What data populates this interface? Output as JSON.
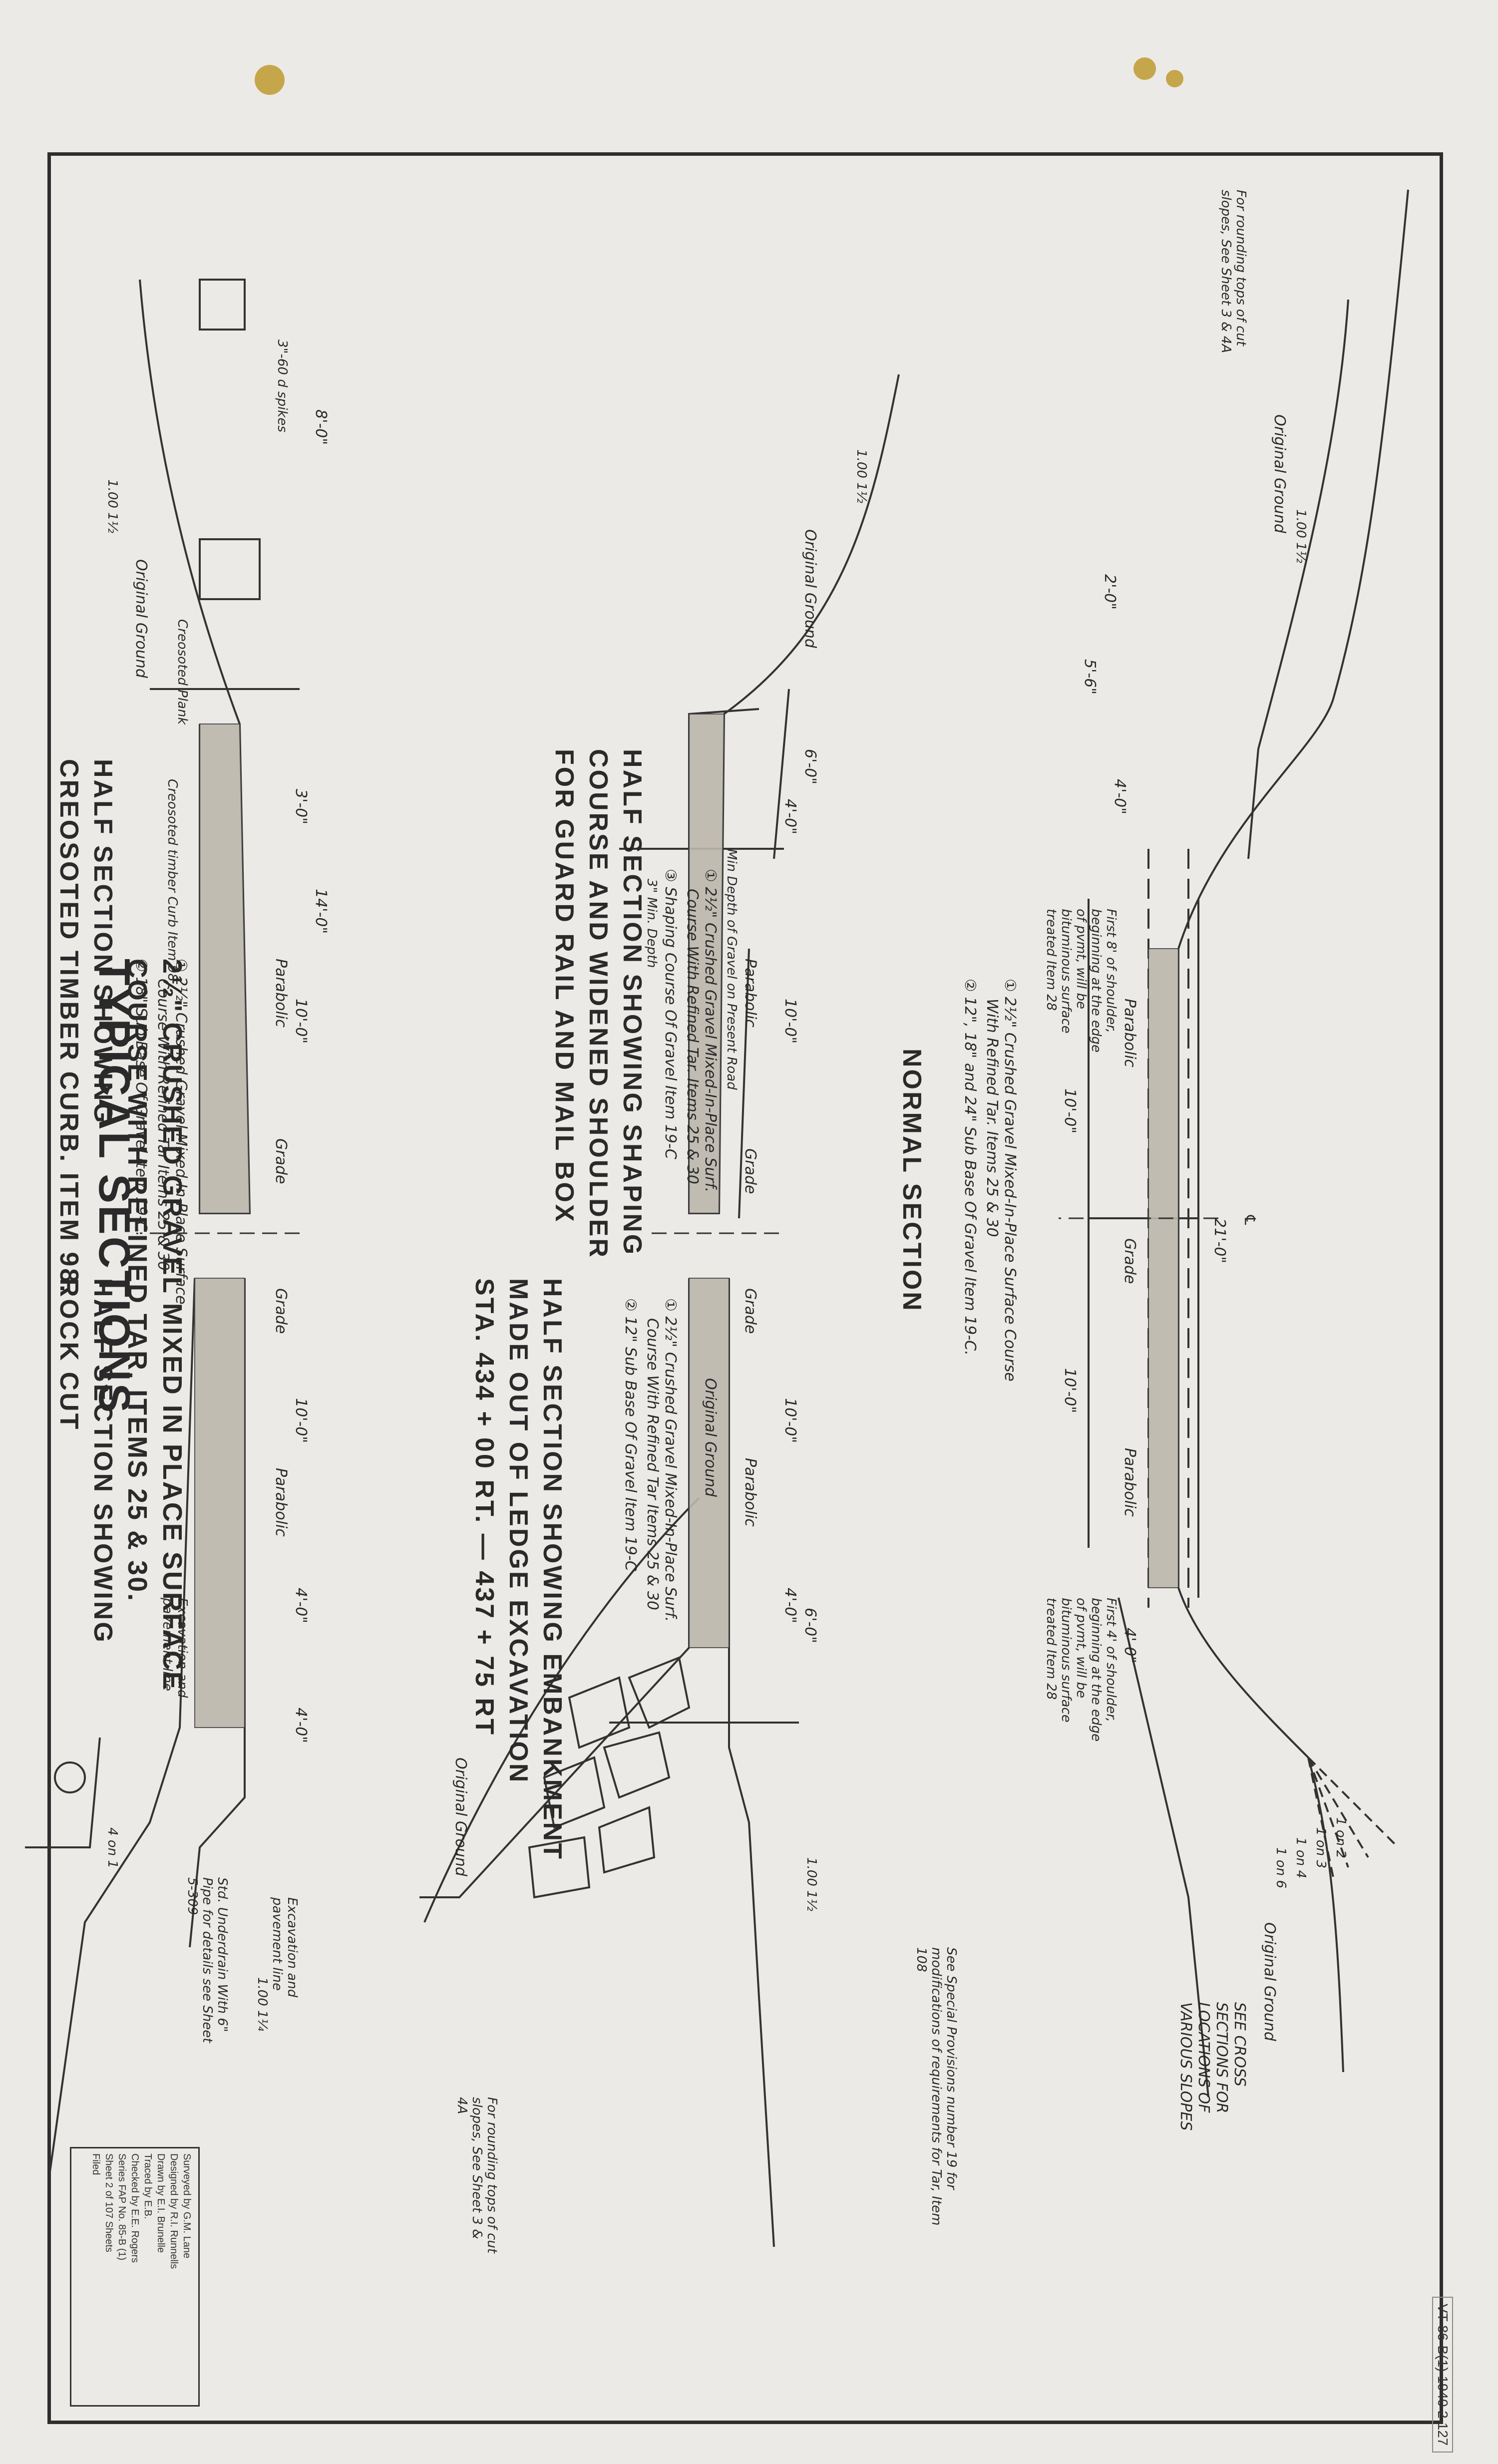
{
  "title": "TYPICAL SECTIONS",
  "subtitle": {
    "line1": "2½\" CRUSHED GRAVEL MIXED IN PLACE SURFACE",
    "line2": "COURSE WITH REFINED TAR.  ITEMS 25 & 30."
  },
  "normal_section": {
    "title": "NORMAL   SECTION",
    "notes": {
      "n1": "① 2½\" Crushed Gravel Mixed-In-Place Surface Course",
      "n1b": "With Refined Tar.  Items 25 & 30",
      "n2": "② 12\", 18\" and 24\" Sub Base Of Gravel  Item 19-C.",
      "first_shoulder_left": "First 8' of shoulder, beginning at the edge of pvmt, will be bituminous surface treated Item 28",
      "first_shoulder_right": "First 4' of shoulder, beginning at the edge of pvmt, will be bituminous surface treated Item 28",
      "rounding": "For rounding tops of cut slopes, See Sheet 3 & 4A",
      "original_ground_top": "Original Ground",
      "original_ground_bottom": "Original Ground",
      "see_cross": "SEE CROSS SECTIONS FOR LOCATIONS OF VARIOUS SLOPES",
      "special_provisions": "See Special Provisions number 19 for modifications of requirements for Tar, Item 108"
    },
    "dims": {
      "d21": "21'-0\"",
      "d10l": "10'-0\"",
      "d10r": "10'-0\"",
      "d4l": "4'-0\"",
      "d4r": "4'-0\"",
      "d5l": "5'-6\"",
      "d2": "2'-0\"",
      "cl": "℄",
      "grade": "Grade",
      "parabolic_l": "Parabolic",
      "parabolic_r": "Parabolic"
    },
    "slopes": {
      "s1": "1.00 1½",
      "s2": "1 on 2",
      "s3": "1 on 3",
      "s4": "1 on 4",
      "s6": "1 on 6"
    }
  },
  "guard_rail_section": {
    "title_lines": [
      "HALF SECTION SHOWING SHAPING",
      "COURSE AND WIDENED SHOULDER",
      "FOR GUARD RAIL AND MAIL BOX"
    ],
    "notes": {
      "n1": "① 2½\" Crushed Gravel Mixed-In-Place Surf.",
      "n1b": "Course With Refined Tar. Items 25 & 30",
      "n3": "③ Shaping Course Of Gravel  Item 19-C",
      "min_depth": "Min Depth of Gravel on Present Road",
      "three_in": "3\" Min. Depth",
      "original_ground": "Original Ground",
      "slope": "1.00 1½",
      "grade": "Grade",
      "parabolic": "Parabolic",
      "d6": "6'-0\"",
      "d4": "4'-0\"",
      "d10": "10'-0\""
    }
  },
  "embankment_section": {
    "title_lines": [
      "HALF SECTION SHOWING EMBANKMENT",
      "MADE OUT OF LEDGE EXCAVATION",
      "STA. 434 + 00 RT. — 437 + 75 RT"
    ],
    "notes": {
      "n1": "① 2½\" Crushed Gravel Mixed-In-Place Surf.",
      "n1b": "Course With Refined Tar Items 25 & 30",
      "n2": "② 12\" Sub Base Of Gravel  Item 19-C",
      "original_ground": "Original Ground",
      "original_ground2": "Original Ground",
      "rounding": "For rounding tops of cut slopes, See Sheet 3 & 4A",
      "slope": "1.00 1½",
      "grade": "Grade",
      "parabolic": "Parabolic",
      "d10": "10'-0\"",
      "d4": "4'-0\"",
      "d6": "6'-0\""
    }
  },
  "curb_section": {
    "title_lines": [
      "HALF SECTION SHOWING",
      "CREOSOTED TIMBER CURB. ITEM 98."
    ],
    "notes": {
      "n1": "① 2½\" Crushed Gravel Mixed-In-Place Surface",
      "n1b": "Course With Refined Tar  Items 25 & 30",
      "n2": "② 18\" Sub Base Of Gravel  Item 19-C.",
      "curb_note": "Creosoted timber Curb  Item 98",
      "spikes": "3\"-60 d spikes",
      "original_ground": "Original Ground",
      "creosoted_plank": "Creosoted Plank",
      "slope": "1.00 1½",
      "grade": "Grade",
      "parabolic": "Parabolic",
      "d14": "14'-0\"",
      "d10": "10'-0\"",
      "d3": "3'-0\"",
      "d8": "8'-0\""
    }
  },
  "rock_cut_section": {
    "title_lines": [
      "HALF  SECTION  SHOWING",
      "ROCK  CUT"
    ],
    "notes": {
      "excavation_top": "Excavation and pavement line",
      "excavation_bottom": "Excavation and pavement line",
      "underdrain": "Std. Underdrain With 6\" Pipe for details see Sheet 5-309",
      "slope1": "1.00 1¼",
      "slope2": "4 on 1",
      "grade": "Grade",
      "parabolic": "Parabolic",
      "d10": "10'-0\"",
      "d4a": "4'-0\"",
      "d4b": "4'-0\""
    }
  },
  "title_block": {
    "surveyed": "Surveyed by  G.M. Lane",
    "designed": "Designed by  R.I. Runnells",
    "drawn": "Drawn by  E.I. Brunelle",
    "traced": "Traced by  E.B.",
    "checked": "Checked by  E.E. Rogers",
    "series": "Series FAP  No. 85-B (1)",
    "sheet": "Sheet  2  of 107  Sheets",
    "filed": "Filed"
  },
  "stamp": {
    "number": "VT  86-B(1) 1940  2  127"
  }
}
